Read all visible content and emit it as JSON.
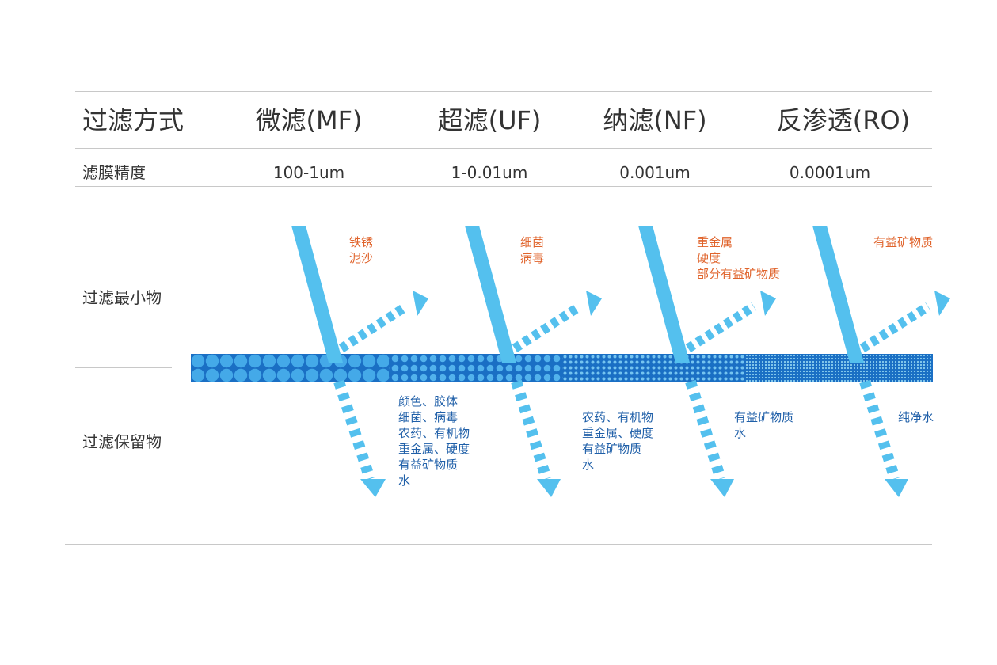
{
  "table": {
    "header_label": "过滤方式",
    "methods": [
      {
        "name": "微滤(MF)",
        "precision": "100-1um",
        "passes": [
          "铁锈",
          "泥沙"
        ],
        "retains": [
          "颜色、胶体",
          "细菌、病毒",
          "农药、有机物",
          "重金属、硬度",
          "有益矿物质",
          "水"
        ]
      },
      {
        "name": "超滤(UF)",
        "precision": "1-0.01um",
        "passes": [
          "细菌",
          "病毒"
        ],
        "retains": [
          "农药、有机物",
          "重金属、硬度",
          "有益矿物质",
          "水"
        ]
      },
      {
        "name": "纳滤(NF)",
        "precision": "0.001um",
        "passes": [
          "重金属",
          "硬度",
          "部分有益矿物质"
        ],
        "retains": [
          "有益矿物质",
          "水"
        ]
      },
      {
        "name": "反渗透(RO)",
        "precision": "0.0001um",
        "passes": [
          "有益矿物质"
        ],
        "retains": [
          "纯净水"
        ]
      }
    ],
    "precision_label": "滤膜精度",
    "min_filtered_label": "过滤最小物",
    "retained_label": "过滤保留物"
  },
  "colors": {
    "membrane": "#1a6fc4",
    "arrow": "#54c0ee",
    "pass_text": "#e0642c",
    "retain_text": "#1f5fa8",
    "line": "#c8c8c8"
  }
}
